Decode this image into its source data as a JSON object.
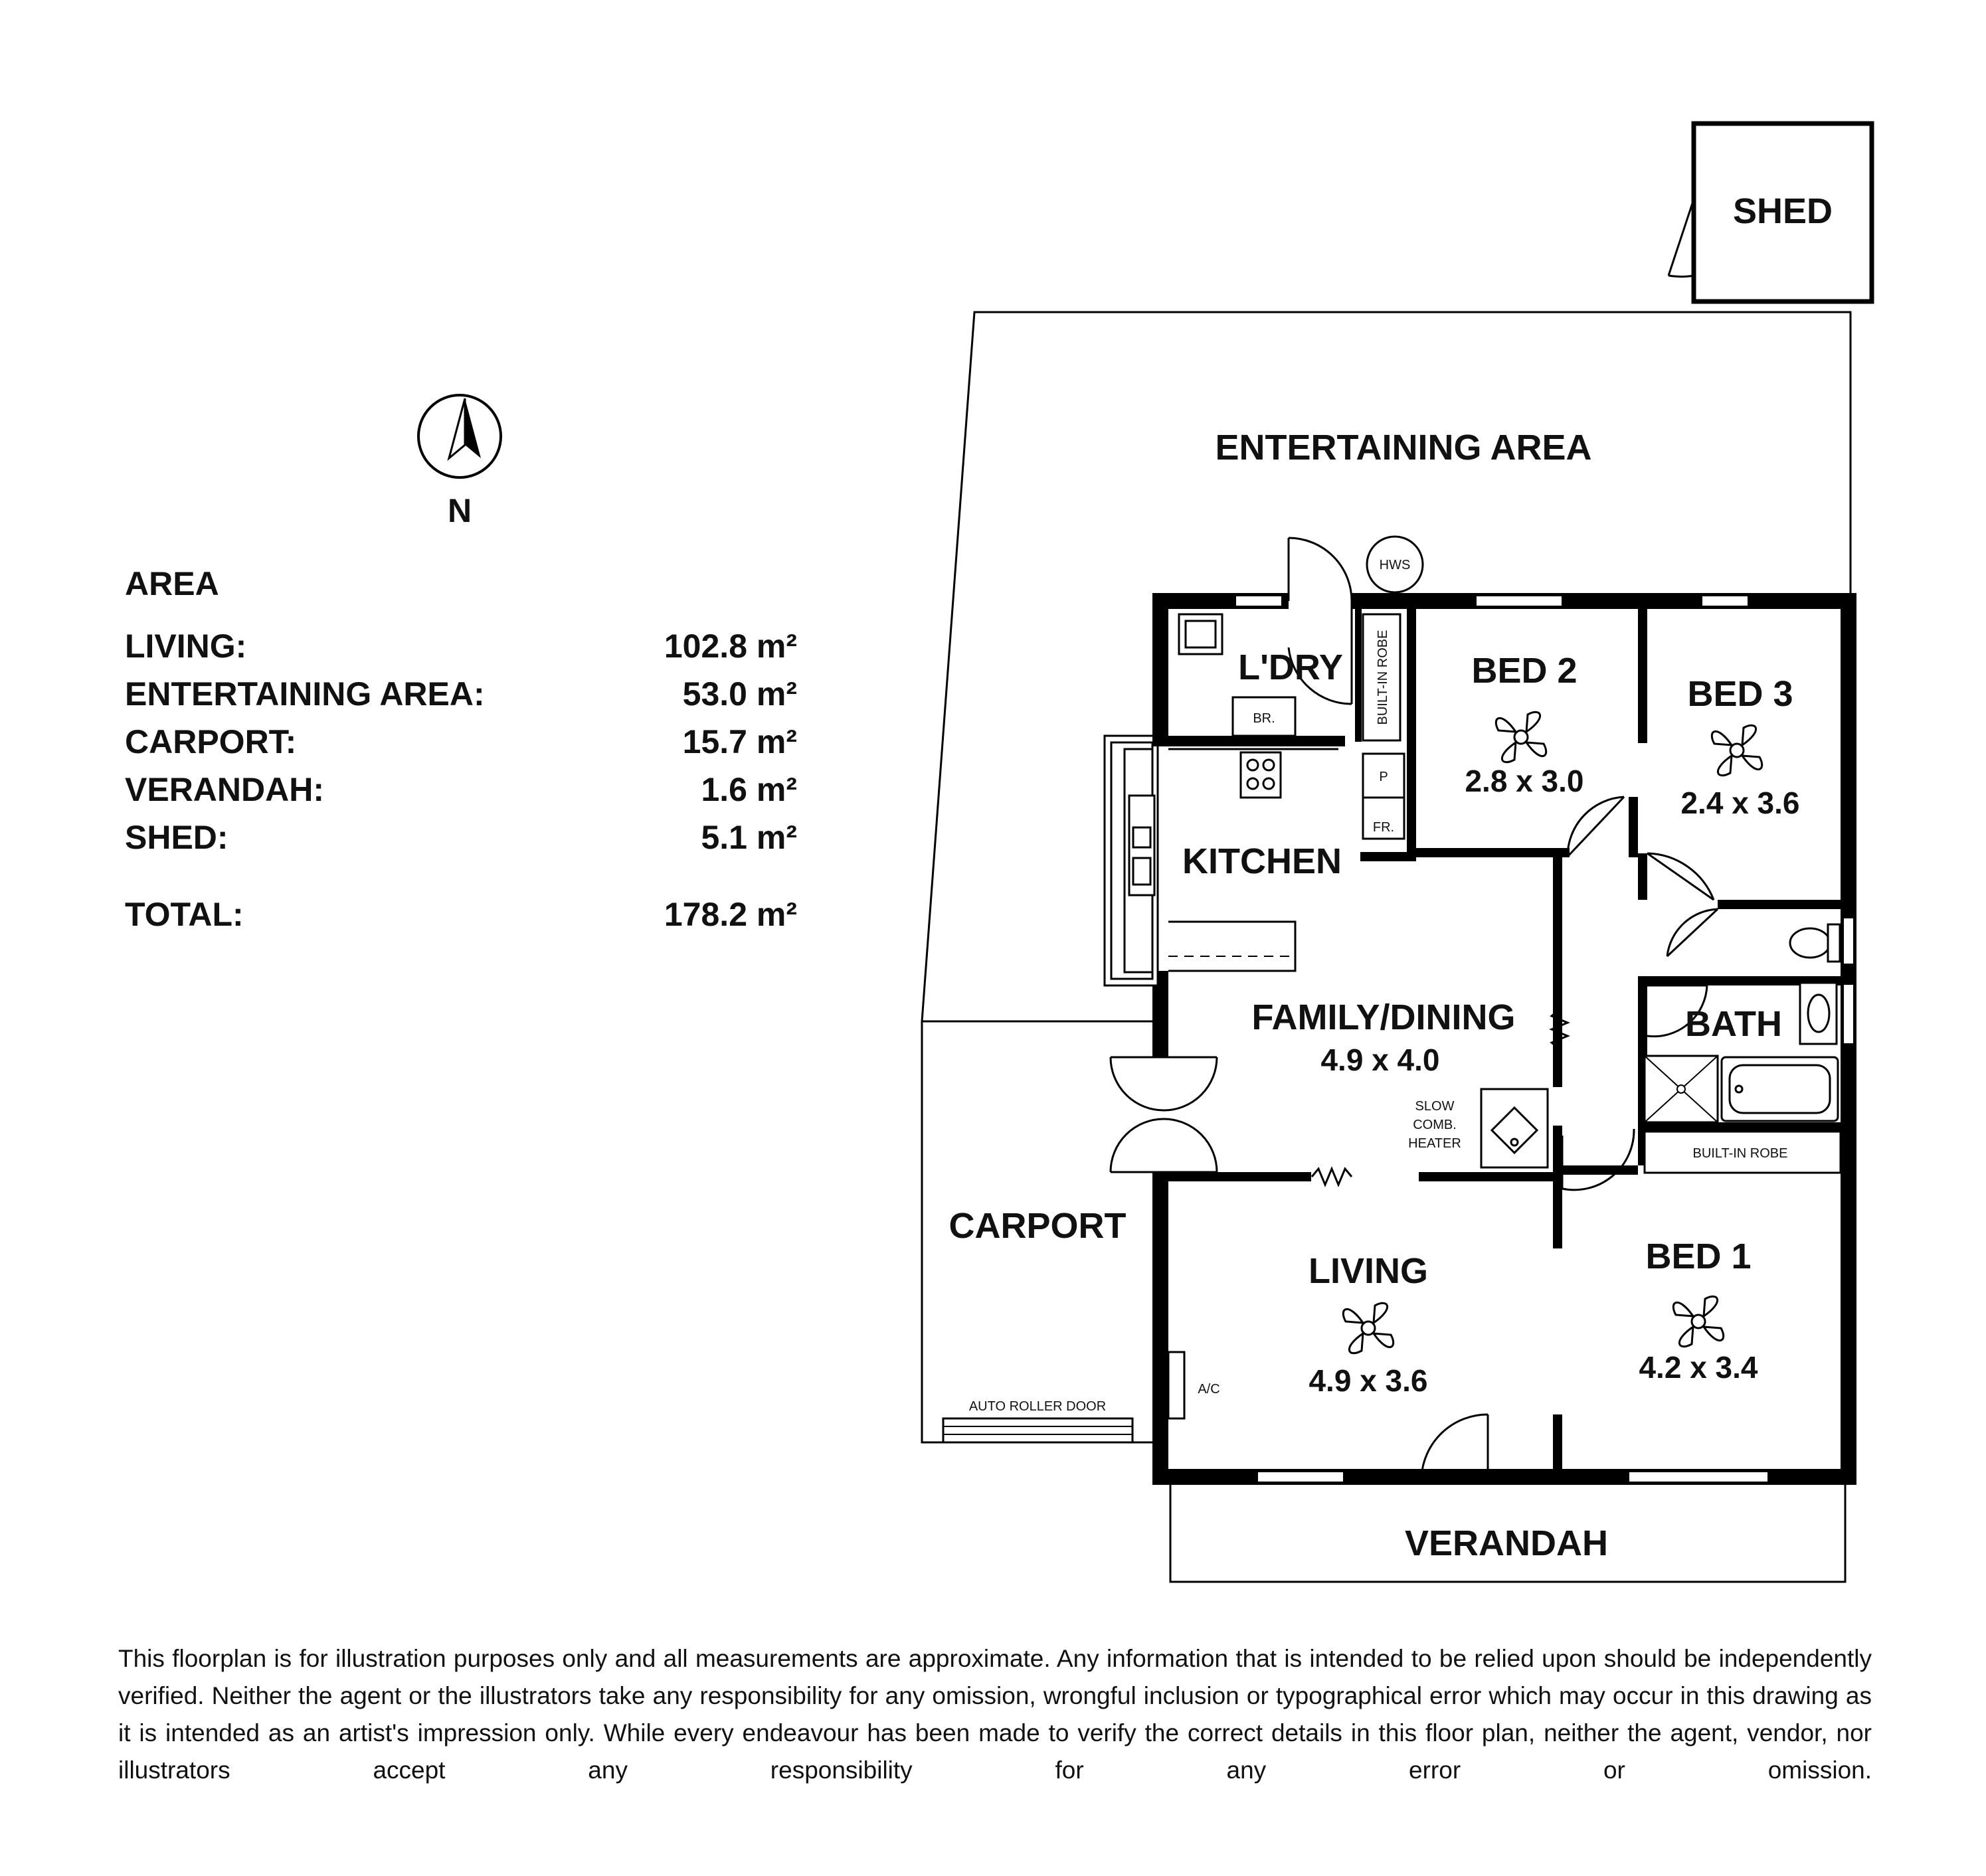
{
  "compass": {
    "letter": "N"
  },
  "area_table": {
    "heading": "AREA",
    "rows": [
      {
        "label": "LIVING:",
        "value": "102.8 m²"
      },
      {
        "label": "ENTERTAINING AREA:",
        "value": "53.0 m²"
      },
      {
        "label": "CARPORT:",
        "value": "15.7 m²"
      },
      {
        "label": "VERANDAH:",
        "value": "1.6 m²"
      },
      {
        "label": "SHED:",
        "value": "5.1 m²"
      }
    ],
    "total": {
      "label": "TOTAL:",
      "value": "178.2 m²"
    }
  },
  "rooms": {
    "shed": "SHED",
    "entertaining": "ENTERTAINING AREA",
    "laundry": "L'DRY",
    "bed2": {
      "name": "BED 2",
      "dims": "2.8 x 3.0"
    },
    "bed3": {
      "name": "BED 3",
      "dims": "2.4 x 3.6"
    },
    "kitchen": "KITCHEN",
    "family": {
      "name": "FAMILY/DINING",
      "dims": "4.9 x 4.0"
    },
    "bath": "BATH",
    "carport": "CARPORT",
    "living": {
      "name": "LIVING",
      "dims": "4.9 x 3.6"
    },
    "bed1": {
      "name": "BED 1",
      "dims": "4.2 x 3.4"
    },
    "verandah": "VERANDAH"
  },
  "fixtures": {
    "hws": "HWS",
    "br": "BR.",
    "builtin_robe_vertical": "BUILT-IN ROBE",
    "pantry": "P",
    "fridge": "FR.",
    "heater_line1": "SLOW",
    "heater_line2": "COMB.",
    "heater_line3": "HEATER",
    "builtin_robe_bath": "BUILT-IN ROBE",
    "ac": "A/C",
    "roller_door": "AUTO ROLLER DOOR"
  },
  "disclaimer": "This floorplan is for illustration purposes only and all measurements are approximate. Any information that is intended to be relied upon should be independently verified. Neither the agent or the illustrators take any responsibility for any omission, wrongful inclusion or typographical error which may occur in this drawing as it is intended as an artist's impression only. While every endeavour has been made to verify the correct details in this floor plan, neither the agent, vendor, nor illustrators accept any responsibility for any error or omission."
}
